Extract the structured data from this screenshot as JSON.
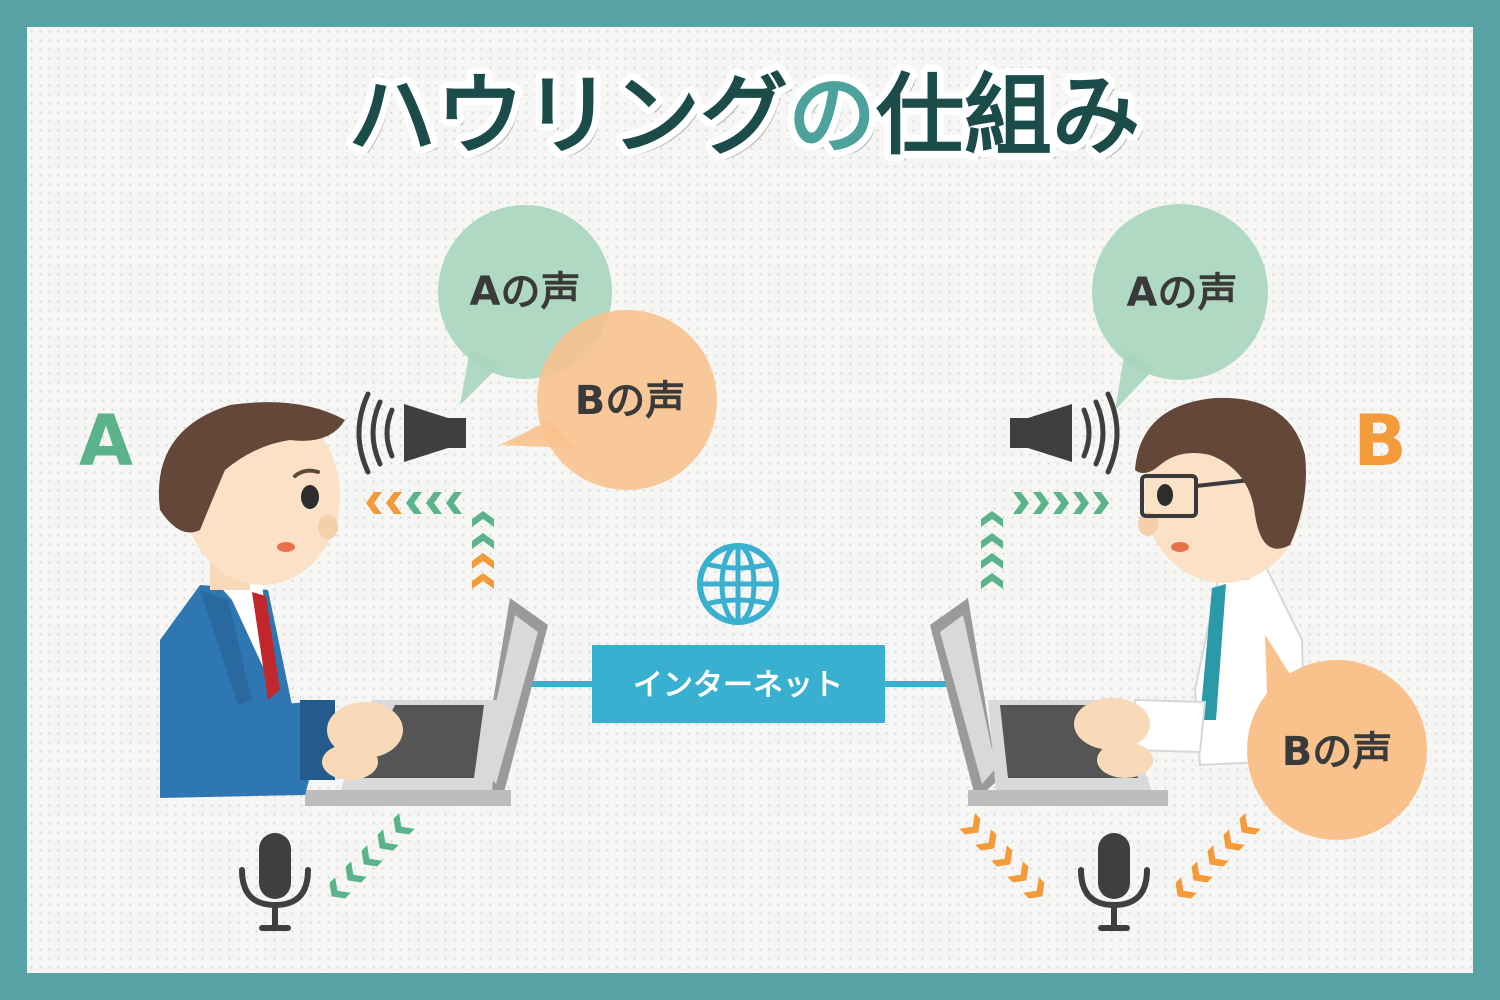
{
  "title": {
    "part1": "ハウリング",
    "part2": "の",
    "part3": "仕組み"
  },
  "persons": {
    "a": {
      "label": "A"
    },
    "b": {
      "label": "B"
    }
  },
  "bubbles": {
    "a_voice_left": "Aの声",
    "b_voice_left": "Bの声",
    "a_voice_right": "Aの声",
    "b_voice_right": "Bの声"
  },
  "network": {
    "label": "インターネット"
  },
  "colors": {
    "frame": "#58a3a4",
    "title": "#1b4c49",
    "title_accent": "#4ea29c",
    "green": "#5bb38c",
    "orange": "#f39a3a",
    "bubble_green": "#a9d6be",
    "bubble_orange": "#f9c28c",
    "network": "#39b0cf"
  }
}
